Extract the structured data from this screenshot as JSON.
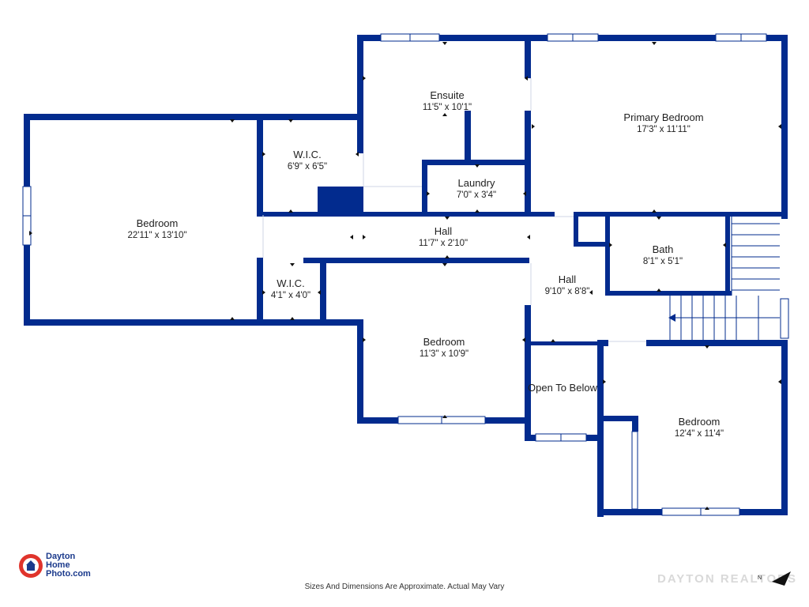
{
  "rooms": [
    {
      "id": "ensuite",
      "name": "Ensuite",
      "dims": "11'5\" x 10'1\""
    },
    {
      "id": "primary",
      "name": "Primary Bedroom",
      "dims": "17'3\" x 11'11\""
    },
    {
      "id": "wic1",
      "name": "W.I.C.",
      "dims": "6'9\" x 6'5\""
    },
    {
      "id": "bedroom-west",
      "name": "Bedroom",
      "dims": "22'11\" x 13'10\""
    },
    {
      "id": "laundry",
      "name": "Laundry",
      "dims": "7'0\" x 3'4\""
    },
    {
      "id": "hall-upper",
      "name": "Hall",
      "dims": "11'7\" x 2'10\""
    },
    {
      "id": "bath",
      "name": "Bath",
      "dims": "8'1\" x 5'1\""
    },
    {
      "id": "hall-center",
      "name": "Hall",
      "dims": "9'10\" x 8'8\""
    },
    {
      "id": "wic2",
      "name": "W.I.C.",
      "dims": "4'1\" x 4'0\""
    },
    {
      "id": "bedroom-center",
      "name": "Bedroom",
      "dims": "11'3\" x 10'9\""
    },
    {
      "id": "open",
      "name": "Open To Below",
      "dims": ""
    },
    {
      "id": "bedroom-se",
      "name": "Bedroom",
      "dims": "12'4\" x 11'4\""
    }
  ],
  "footer": {
    "note": "Sizes And Dimensions Are Approximate. Actual May Vary"
  },
  "logo": {
    "line1": "Dayton",
    "line2": "Home",
    "line3": "Photo.com"
  },
  "watermark": {
    "text": "DAYTON REALTORS"
  },
  "compass": {
    "label": "N"
  },
  "colors": {
    "wall": "#022b8e",
    "window": "#ffffff",
    "accent_red": "#e0342c"
  }
}
